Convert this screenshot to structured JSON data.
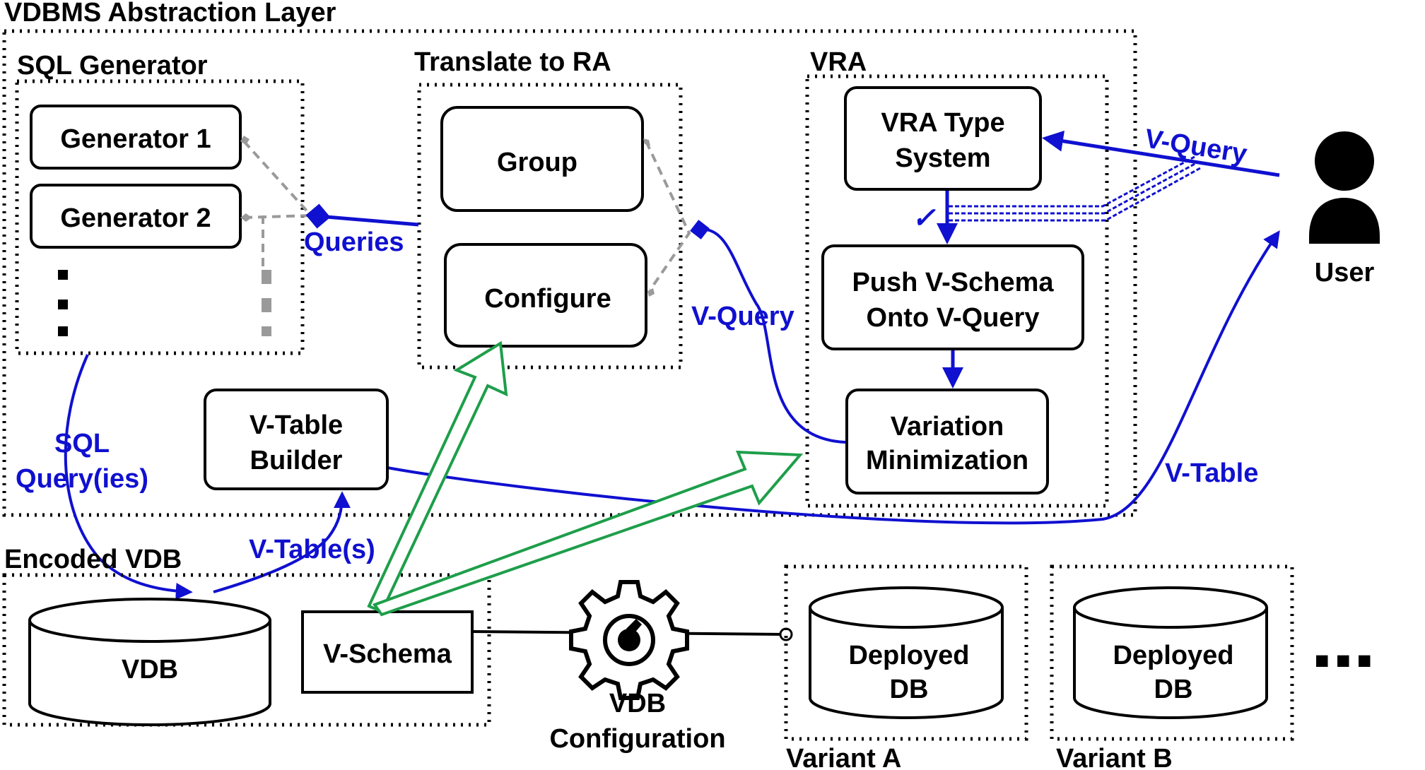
{
  "layer": {
    "title": "VDBMS Abstraction Layer"
  },
  "sql_generator": {
    "title": "SQL Generator",
    "items": [
      "Generator 1",
      "Generator 2"
    ]
  },
  "translate": {
    "title": "Translate to RA",
    "items": [
      "Group",
      "Configure"
    ]
  },
  "vra": {
    "title": "VRA",
    "type_system": [
      "VRA Type",
      "System"
    ],
    "push": [
      "Push V-Schema",
      "Onto V-Query"
    ],
    "minimization": [
      "Variation",
      "Minimization"
    ],
    "check": "✓"
  },
  "vtable_builder": [
    "V-Table",
    "Builder"
  ],
  "user": {
    "label": "User"
  },
  "edges": {
    "queries": "Queries",
    "vquery_user": "V-Query",
    "vquery_mid": "V-Query",
    "sql_query": [
      "SQL",
      "Query(ies)"
    ],
    "vtables": "V-Table(s)",
    "vtable": "V-Table"
  },
  "encoded": {
    "title": "Encoded VDB",
    "vdb": "VDB",
    "vschema": "V-Schema"
  },
  "config": [
    "VDB",
    "Configuration"
  ],
  "variants": [
    {
      "db": [
        "Deployed",
        "DB"
      ],
      "label": "Variant A"
    },
    {
      "db": [
        "Deployed",
        "DB"
      ],
      "label": "Variant B"
    }
  ],
  "more": "■ ■ ■",
  "colors": {
    "blue": "#1010d0",
    "green": "#1e9e4a",
    "gray": "#9a9a9a"
  }
}
